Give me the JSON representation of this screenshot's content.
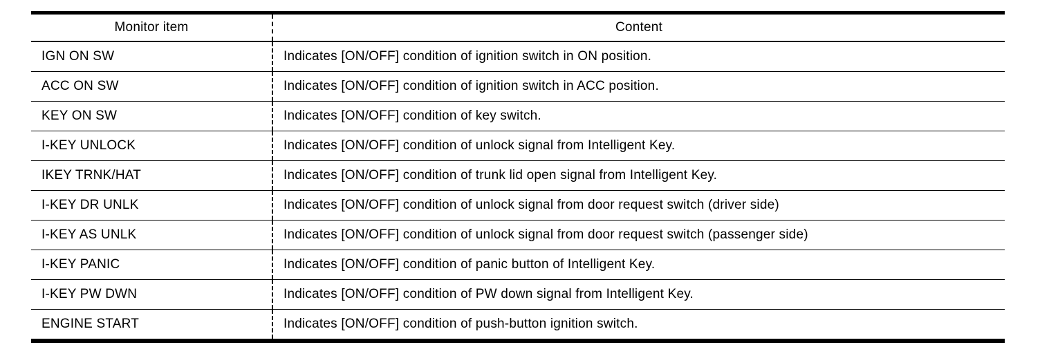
{
  "table": {
    "header": {
      "monitor_item": "Monitor item",
      "content": "Content"
    },
    "rows": [
      {
        "item": "IGN ON SW",
        "content": "Indicates [ON/OFF] condition of ignition switch in ON position."
      },
      {
        "item": "ACC ON SW",
        "content": "Indicates [ON/OFF] condition of ignition switch in ACC position."
      },
      {
        "item": "KEY ON SW",
        "content": "Indicates [ON/OFF] condition of key switch."
      },
      {
        "item": "I-KEY UNLOCK",
        "content": "Indicates [ON/OFF] condition of unlock signal from Intelligent Key."
      },
      {
        "item": "IKEY TRNK/HAT",
        "content": "Indicates [ON/OFF] condition of trunk lid open signal from Intelligent Key."
      },
      {
        "item": "I-KEY DR UNLK",
        "content": "Indicates [ON/OFF] condition of unlock signal from door request switch (driver side)"
      },
      {
        "item": "I-KEY AS UNLK",
        "content": "Indicates [ON/OFF] condition of unlock signal from door request switch (passenger side)"
      },
      {
        "item": "I-KEY PANIC",
        "content": "Indicates [ON/OFF] condition of panic button of Intelligent Key."
      },
      {
        "item": "I-KEY PW DWN",
        "content": "Indicates [ON/OFF] condition of PW down signal from Intelligent Key."
      },
      {
        "item": "ENGINE START",
        "content": "Indicates [ON/OFF] condition of push-button ignition switch."
      }
    ]
  },
  "colors": {
    "text": "#000000",
    "background": "#ffffff",
    "border": "#000000"
  }
}
